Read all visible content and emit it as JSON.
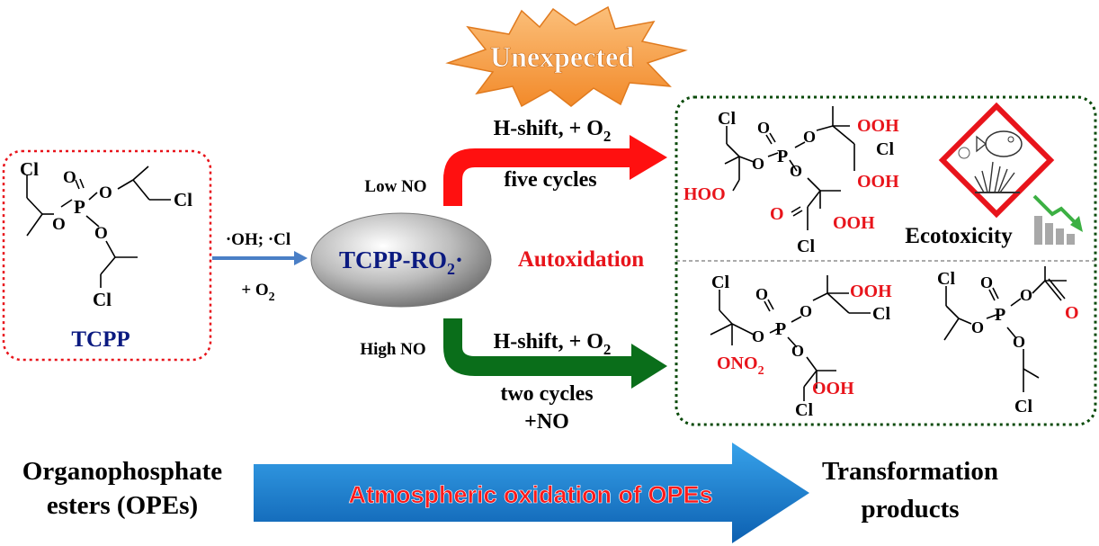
{
  "burst": {
    "label": "Unexpected"
  },
  "tcpp": {
    "label": "TCPP",
    "atoms": {
      "cl_top": "Cl",
      "cl_right": "Cl",
      "cl_bottom": "Cl",
      "o_double": "O",
      "p": "P",
      "o_right": "O",
      "o_left": "O",
      "o_bottom": "O"
    }
  },
  "reagents": {
    "radicals": "·OH; ·Cl",
    "oxygen_prefix": "+ O",
    "oxygen_sub": "2"
  },
  "intermediate": {
    "main": "TCPP-RO",
    "sub": "2",
    "dot": "·"
  },
  "autoxidation": "Autoxidation",
  "low_no": {
    "condition": "Low NO",
    "step_prefix": "H-shift, + O",
    "step_sub": "2",
    "cycles": "five cycles"
  },
  "high_no": {
    "condition": "High NO",
    "step_prefix": "H-shift, + O",
    "step_sub": "2",
    "cycles": "two cycles",
    "extra": "+NO"
  },
  "product_top": {
    "cl1": "Cl",
    "o_dbl": "O",
    "p": "P",
    "o1": "O",
    "o2": "O",
    "o3": "O",
    "ooh1": "OOH",
    "cl2": "Cl",
    "ooh2": "OOH",
    "hoo": "HOO",
    "o_carbonyl": "O",
    "ooh3": "OOH",
    "cl3": "Cl"
  },
  "ecotoxicity": "Ecotoxicity",
  "product_bl": {
    "cl1": "Cl",
    "o_dbl": "O",
    "p": "P",
    "o1": "O",
    "o2": "O",
    "o3": "O",
    "ooh1": "OOH",
    "cl2": "Cl",
    "ono2_prefix": "ONO",
    "ono2_sub": "2",
    "ooh2": "OOH",
    "cl3": "Cl"
  },
  "product_br": {
    "cl1": "Cl",
    "o_dbl": "O",
    "p": "P",
    "o1": "O",
    "o2": "O",
    "o_carbonyl": "O",
    "cl2": "Cl"
  },
  "bottom": {
    "left_line1": "Organophosphate",
    "left_line2": "esters (OPEs)",
    "arrow_label": "Atmospheric oxidation of OPEs",
    "right_line1": "Transformation",
    "right_line2": "products"
  },
  "colors": {
    "red": "#e8141b",
    "navy": "#0b1a80",
    "green": "#0a6e1a",
    "blue_arrow": "#1d7fd4",
    "burst": "#f7a14a"
  }
}
